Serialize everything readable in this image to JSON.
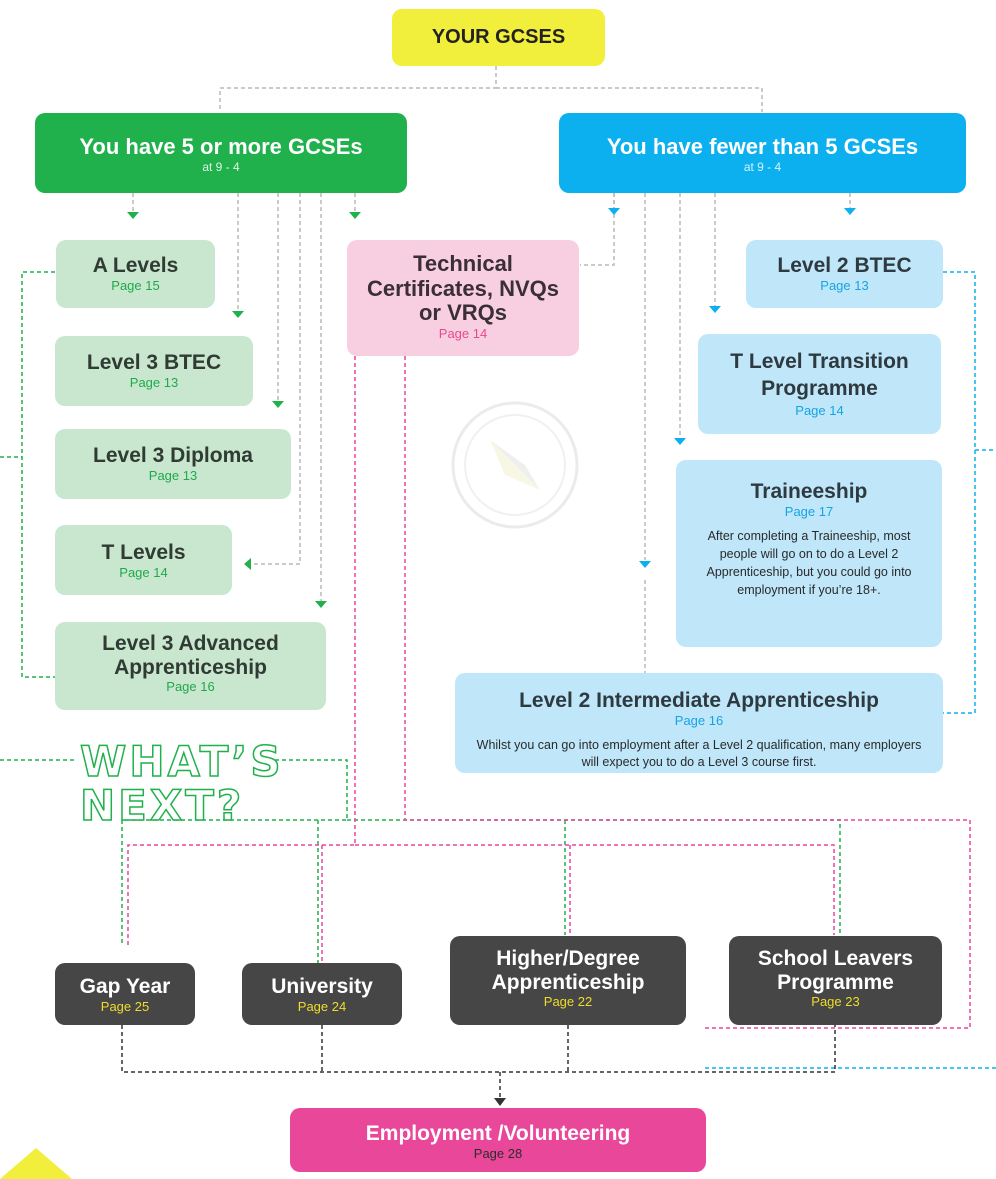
{
  "root": {
    "title": "YOUR GCSES"
  },
  "left_branch": {
    "title": "You have 5 or more GCSEs",
    "sub": "at 9 - 4"
  },
  "right_branch": {
    "title": "You have fewer than 5 GCSEs",
    "sub": "at 9 - 4"
  },
  "left_options": [
    {
      "title": "A Levels",
      "page": "Page 15"
    },
    {
      "title": "Level 3 BTEC",
      "page": "Page 13"
    },
    {
      "title": "Level 3 Diploma",
      "page": "Page 13"
    },
    {
      "title": "T Levels",
      "page": "Page 14"
    },
    {
      "title": "Level 3 Advanced Apprenticeship",
      "page": "Page 16"
    }
  ],
  "technical": {
    "title": "Technical Certificates, NVQs or VRQs",
    "page": "Page 14"
  },
  "right_options": {
    "btec": {
      "title": "Level 2 BTEC",
      "page": "Page 13"
    },
    "tlevel_transition": {
      "title": "T Level Transition Programme",
      "page": "Page 14"
    },
    "traineeship": {
      "title": "Traineeship",
      "page": "Page 17",
      "note": "After completing a Traineeship, most people will go on to do a Level 2 Apprenticeship, but you could go into employment if you’re 18+."
    },
    "intermediate": {
      "title": "Level 2 Intermediate Apprenticeship",
      "page": "Page 16",
      "note": "Whilst you can go into employment after a Level 2 qualification, many employers will expect you to do a Level 3 course first."
    }
  },
  "headline": {
    "line1": "WHAT’S",
    "line2": "NEXT?"
  },
  "next_options": [
    {
      "title": "Gap Year",
      "page": "Page 25"
    },
    {
      "title": "University",
      "page": "Page 24"
    },
    {
      "title": "Higher/Degree Apprenticeship",
      "page": "Page 22"
    },
    {
      "title": "School Leavers Programme",
      "page": "Page 23"
    }
  ],
  "final": {
    "title": "Employment /Volunteering",
    "page": "Page 28"
  },
  "colors": {
    "root": "#f1ee3c",
    "green": "#20b14c",
    "light_green": "#c9e6cf",
    "blue": "#0db0ee",
    "light_blue": "#bfe6f9",
    "pink": "#f8cfe1",
    "dark": "#464646",
    "magenta": "#e9479a",
    "page_yellow": "#f0dc2a"
  }
}
